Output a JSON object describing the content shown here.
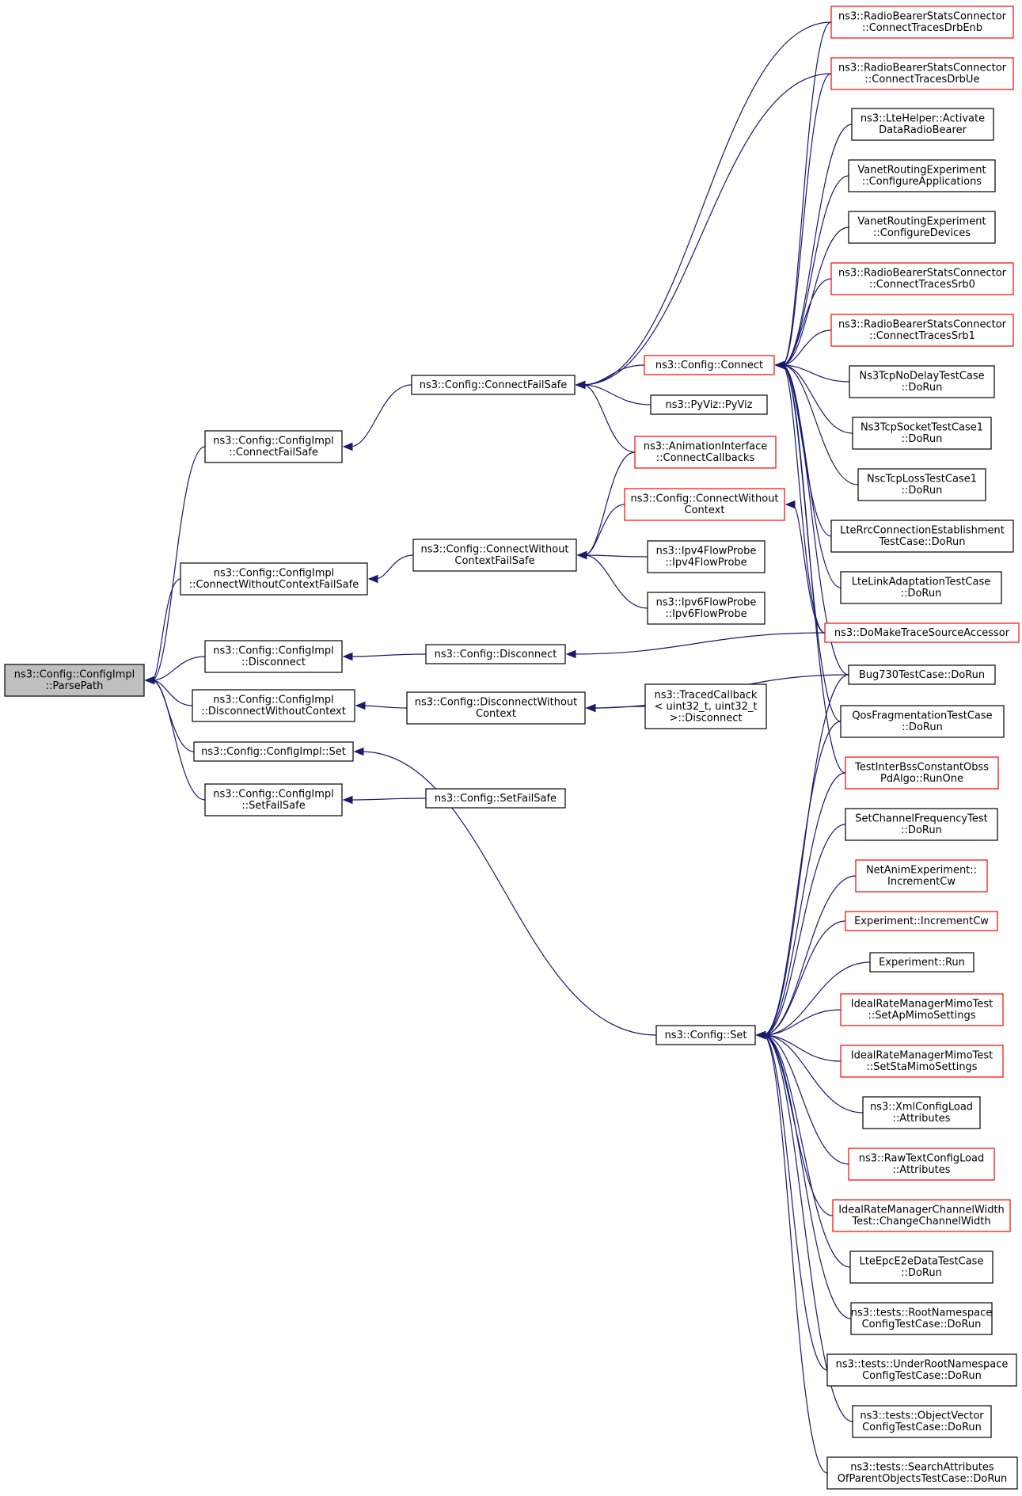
{
  "graph": {
    "nodes": [
      {
        "id": "parsepath",
        "lines": [
          "ns3::Config::ConfigImpl",
          "::ParsePath"
        ],
        "style": "root"
      },
      {
        "id": "ci_connectfailsafe",
        "lines": [
          "ns3::Config::ConfigImpl",
          "::ConnectFailSafe"
        ],
        "style": "normal"
      },
      {
        "id": "ci_connectwithoutcontextfailsafe",
        "lines": [
          "ns3::Config::ConfigImpl",
          "::ConnectWithoutContextFailSafe"
        ],
        "style": "normal"
      },
      {
        "id": "ci_disconnect",
        "lines": [
          "ns3::Config::ConfigImpl",
          "::Disconnect"
        ],
        "style": "normal"
      },
      {
        "id": "ci_disconnectwithoutcontext",
        "lines": [
          "ns3::Config::ConfigImpl",
          "::DisconnectWithoutContext"
        ],
        "style": "normal"
      },
      {
        "id": "ci_set",
        "lines": [
          "ns3::Config::ConfigImpl::Set"
        ],
        "style": "normal"
      },
      {
        "id": "ci_setfailsafe",
        "lines": [
          "ns3::Config::ConfigImpl",
          "::SetFailSafe"
        ],
        "style": "normal"
      },
      {
        "id": "c_connectfailsafe",
        "lines": [
          "ns3::Config::ConnectFailSafe"
        ],
        "style": "normal"
      },
      {
        "id": "c_connectwithoutcontextfailsafe",
        "lines": [
          "ns3::Config::ConnectWithout",
          "ContextFailSafe"
        ],
        "style": "normal"
      },
      {
        "id": "c_disconnect",
        "lines": [
          "ns3::Config::Disconnect"
        ],
        "style": "normal"
      },
      {
        "id": "c_disconnectwithoutcontext",
        "lines": [
          "ns3::Config::DisconnectWithout",
          "Context"
        ],
        "style": "normal"
      },
      {
        "id": "c_setfailsafe",
        "lines": [
          "ns3::Config::SetFailSafe"
        ],
        "style": "normal"
      },
      {
        "id": "c_connect",
        "lines": [
          "ns3::Config::Connect"
        ],
        "style": "red"
      },
      {
        "id": "pyviz",
        "lines": [
          "ns3::PyViz::PyViz"
        ],
        "style": "normal"
      },
      {
        "id": "animconnectcallbacks",
        "lines": [
          "ns3::AnimationInterface",
          "::ConnectCallbacks"
        ],
        "style": "red"
      },
      {
        "id": "c_connectwithoutcontext",
        "lines": [
          "ns3::Config::ConnectWithout",
          "Context"
        ],
        "style": "red"
      },
      {
        "id": "ipv4flowprobe",
        "lines": [
          "ns3::Ipv4FlowProbe",
          "::Ipv4FlowProbe"
        ],
        "style": "normal"
      },
      {
        "id": "ipv6flowprobe",
        "lines": [
          "ns3::Ipv6FlowProbe",
          "::Ipv6FlowProbe"
        ],
        "style": "normal"
      },
      {
        "id": "tracedcallback",
        "lines": [
          "ns3::TracedCallback",
          "< uint32_t, uint32_t",
          ">::Disconnect"
        ],
        "style": "normal"
      },
      {
        "id": "c_set",
        "lines": [
          "ns3::Config::Set"
        ],
        "style": "normal"
      },
      {
        "id": "rb_drbenb",
        "lines": [
          "ns3::RadioBearerStatsConnector",
          "::ConnectTracesDrbEnb"
        ],
        "style": "red"
      },
      {
        "id": "rb_drbue",
        "lines": [
          "ns3::RadioBearerStatsConnector",
          "::ConnectTracesDrbUe"
        ],
        "style": "red"
      },
      {
        "id": "ltehelper",
        "lines": [
          "ns3::LteHelper::Activate",
          "DataRadioBearer"
        ],
        "style": "normal"
      },
      {
        "id": "vanet_apps",
        "lines": [
          "VanetRoutingExperiment",
          "::ConfigureApplications"
        ],
        "style": "normal"
      },
      {
        "id": "vanet_devs",
        "lines": [
          "VanetRoutingExperiment",
          "::ConfigureDevices"
        ],
        "style": "normal"
      },
      {
        "id": "rb_srb0",
        "lines": [
          "ns3::RadioBearerStatsConnector",
          "::ConnectTracesSrb0"
        ],
        "style": "red"
      },
      {
        "id": "rb_srb1",
        "lines": [
          "ns3::RadioBearerStatsConnector",
          "::ConnectTracesSrb1"
        ],
        "style": "red"
      },
      {
        "id": "ns3tcpnodelay",
        "lines": [
          "Ns3TcpNoDelayTestCase",
          "::DoRun"
        ],
        "style": "normal"
      },
      {
        "id": "ns3tcpsocket",
        "lines": [
          "Ns3TcpSocketTestCase1",
          "::DoRun"
        ],
        "style": "normal"
      },
      {
        "id": "nsctcploss",
        "lines": [
          "NscTcpLossTestCase1",
          "::DoRun"
        ],
        "style": "normal"
      },
      {
        "id": "lterrc",
        "lines": [
          "LteRrcConnectionEstablishment",
          "TestCase::DoRun"
        ],
        "style": "normal"
      },
      {
        "id": "ltelink",
        "lines": [
          "LteLinkAdaptationTestCase",
          "::DoRun"
        ],
        "style": "normal"
      },
      {
        "id": "domaketrace",
        "lines": [
          "ns3::DoMakeTraceSourceAccessor"
        ],
        "style": "red"
      },
      {
        "id": "bug730",
        "lines": [
          "Bug730TestCase::DoRun"
        ],
        "style": "normal"
      },
      {
        "id": "qosfrag",
        "lines": [
          "QosFragmentationTestCase",
          "::DoRun"
        ],
        "style": "normal"
      },
      {
        "id": "testinterbss",
        "lines": [
          "TestInterBssConstantObss",
          "PdAlgo::RunOne"
        ],
        "style": "red"
      },
      {
        "id": "setchannelfreq",
        "lines": [
          "SetChannelFrequencyTest",
          "::DoRun"
        ],
        "style": "normal"
      },
      {
        "id": "netanim",
        "lines": [
          "NetAnimExperiment::",
          "IncrementCw"
        ],
        "style": "red"
      },
      {
        "id": "exp_incrementcw",
        "lines": [
          "Experiment::IncrementCw"
        ],
        "style": "red"
      },
      {
        "id": "exp_run",
        "lines": [
          "Experiment::Run"
        ],
        "style": "normal"
      },
      {
        "id": "idealmimo_ap",
        "lines": [
          "IdealRateManagerMimoTest",
          "::SetApMimoSettings"
        ],
        "style": "red"
      },
      {
        "id": "idealmimo_sta",
        "lines": [
          "IdealRateManagerMimoTest",
          "::SetStaMimoSettings"
        ],
        "style": "red"
      },
      {
        "id": "xmlconfig",
        "lines": [
          "ns3::XmlConfigLoad",
          "::Attributes"
        ],
        "style": "normal"
      },
      {
        "id": "rawtextconfig",
        "lines": [
          "ns3::RawTextConfigLoad",
          "::Attributes"
        ],
        "style": "red"
      },
      {
        "id": "idealchannelwidth",
        "lines": [
          "IdealRateManagerChannelWidth",
          "Test::ChangeChannelWidth"
        ],
        "style": "red"
      },
      {
        "id": "lteepc",
        "lines": [
          "LteEpcE2eDataTestCase",
          "::DoRun"
        ],
        "style": "normal"
      },
      {
        "id": "rootns",
        "lines": [
          "ns3::tests::RootNamespace",
          "ConfigTestCase::DoRun"
        ],
        "style": "normal"
      },
      {
        "id": "underrootns",
        "lines": [
          "ns3::tests::UnderRootNamespace",
          "ConfigTestCase::DoRun"
        ],
        "style": "normal"
      },
      {
        "id": "objectvector",
        "lines": [
          "ns3::tests::ObjectVector",
          "ConfigTestCase::DoRun"
        ],
        "style": "normal"
      },
      {
        "id": "searchattrs",
        "lines": [
          "ns3::tests::SearchAttributes",
          "OfParentObjectsTestCase::DoRun"
        ],
        "style": "normal"
      }
    ],
    "edges": [
      {
        "from": "ci_connectfailsafe",
        "to": "parsepath"
      },
      {
        "from": "ci_connectwithoutcontextfailsafe",
        "to": "parsepath"
      },
      {
        "from": "ci_disconnect",
        "to": "parsepath"
      },
      {
        "from": "ci_disconnectwithoutcontext",
        "to": "parsepath"
      },
      {
        "from": "ci_set",
        "to": "parsepath"
      },
      {
        "from": "ci_setfailsafe",
        "to": "parsepath"
      },
      {
        "from": "c_connectfailsafe",
        "to": "ci_connectfailsafe"
      },
      {
        "from": "c_connectwithoutcontextfailsafe",
        "to": "ci_connectwithoutcontextfailsafe"
      },
      {
        "from": "c_disconnect",
        "to": "ci_disconnect"
      },
      {
        "from": "c_disconnectwithoutcontext",
        "to": "ci_disconnectwithoutcontext"
      },
      {
        "from": "c_set",
        "to": "ci_set"
      },
      {
        "from": "c_setfailsafe",
        "to": "ci_setfailsafe"
      },
      {
        "from": "c_connect",
        "to": "c_connectfailsafe"
      },
      {
        "from": "pyviz",
        "to": "c_connectfailsafe"
      },
      {
        "from": "animconnectcallbacks",
        "to": "c_connectfailsafe"
      },
      {
        "from": "rb_drbenb",
        "to": "c_connectfailsafe"
      },
      {
        "from": "rb_drbue",
        "to": "c_connectfailsafe"
      },
      {
        "from": "animconnectcallbacks",
        "to": "c_connectwithoutcontextfailsafe"
      },
      {
        "from": "c_connectwithoutcontext",
        "to": "c_connectwithoutcontextfailsafe"
      },
      {
        "from": "ipv4flowprobe",
        "to": "c_connectwithoutcontextfailsafe"
      },
      {
        "from": "ipv6flowprobe",
        "to": "c_connectwithoutcontextfailsafe"
      },
      {
        "from": "domaketrace",
        "to": "c_disconnect"
      },
      {
        "from": "tracedcallback",
        "to": "c_disconnectwithoutcontext"
      },
      {
        "from": "bug730",
        "to": "c_disconnectwithoutcontext"
      },
      {
        "from": "rb_drbenb",
        "to": "c_connect"
      },
      {
        "from": "rb_drbue",
        "to": "c_connect"
      },
      {
        "from": "ltehelper",
        "to": "c_connect"
      },
      {
        "from": "vanet_apps",
        "to": "c_connect"
      },
      {
        "from": "vanet_devs",
        "to": "c_connect"
      },
      {
        "from": "rb_srb0",
        "to": "c_connect"
      },
      {
        "from": "rb_srb1",
        "to": "c_connect"
      },
      {
        "from": "ns3tcpnodelay",
        "to": "c_connect"
      },
      {
        "from": "ns3tcpsocket",
        "to": "c_connect"
      },
      {
        "from": "nsctcploss",
        "to": "c_connect"
      },
      {
        "from": "lterrc",
        "to": "c_connect"
      },
      {
        "from": "ltelink",
        "to": "c_connect"
      },
      {
        "from": "domaketrace",
        "to": "c_connect"
      },
      {
        "from": "bug730",
        "to": "c_connect"
      },
      {
        "from": "qosfrag",
        "to": "c_connect"
      },
      {
        "from": "testinterbss",
        "to": "c_connect"
      },
      {
        "from": "domaketrace",
        "to": "c_connectwithoutcontext"
      },
      {
        "from": "bug730",
        "to": "c_set"
      },
      {
        "from": "qosfrag",
        "to": "c_set"
      },
      {
        "from": "testinterbss",
        "to": "c_set"
      },
      {
        "from": "setchannelfreq",
        "to": "c_set"
      },
      {
        "from": "netanim",
        "to": "c_set"
      },
      {
        "from": "exp_incrementcw",
        "to": "c_set"
      },
      {
        "from": "exp_run",
        "to": "c_set"
      },
      {
        "from": "idealmimo_ap",
        "to": "c_set"
      },
      {
        "from": "idealmimo_sta",
        "to": "c_set"
      },
      {
        "from": "xmlconfig",
        "to": "c_set"
      },
      {
        "from": "rawtextconfig",
        "to": "c_set"
      },
      {
        "from": "idealchannelwidth",
        "to": "c_set"
      },
      {
        "from": "lteepc",
        "to": "c_set"
      },
      {
        "from": "rootns",
        "to": "c_set"
      },
      {
        "from": "underrootns",
        "to": "c_set"
      },
      {
        "from": "objectvector",
        "to": "c_set"
      },
      {
        "from": "searchattrs",
        "to": "c_set"
      }
    ]
  },
  "colors": {
    "edge": "#191970",
    "node_border": "#000000",
    "node_border_highlight": "#ff0000",
    "root_fill": "#bfbfbf",
    "node_fill": "#ffffff"
  }
}
